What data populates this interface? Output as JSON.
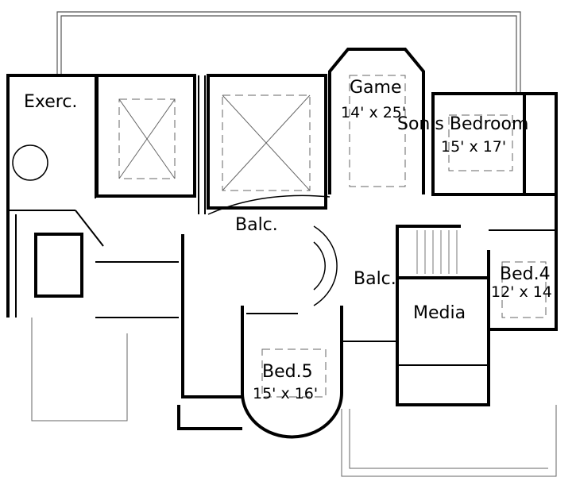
{
  "rooms": {
    "exercise": {
      "name": "Exerc."
    },
    "game": {
      "name": "Game",
      "size": "14' x 25'"
    },
    "sons_bedroom": {
      "name": "Son's Bedroom",
      "size": "15' x 17'"
    },
    "balcony_upper": {
      "name": "Balc."
    },
    "balcony_lower": {
      "name": "Balc."
    },
    "bed4": {
      "name": "Bed.4",
      "size": "12' x 14"
    },
    "media": {
      "name": "Media"
    },
    "bed5": {
      "name": "Bed.5",
      "size": "15' x 16'"
    }
  },
  "colors": {
    "wall": "#000000",
    "thin_line": "#555555",
    "background": "#ffffff"
  }
}
